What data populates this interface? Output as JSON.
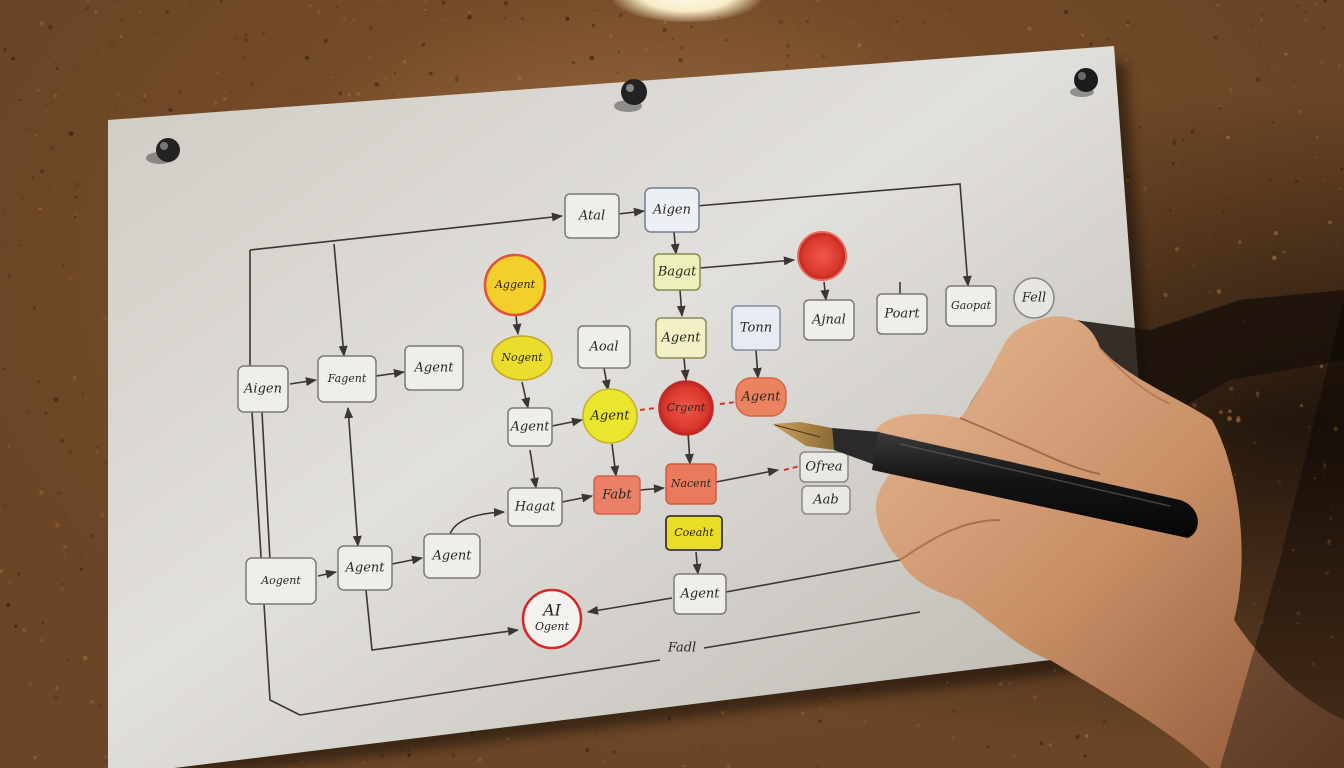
{
  "nodes": [
    {
      "id": "n1",
      "label": "Atal",
      "fill": "#eeeeea",
      "stroke": "#7d7872"
    },
    {
      "id": "n2",
      "label": "Aigen",
      "fill": "#eceff4",
      "stroke": "#6f7d92"
    },
    {
      "id": "n3",
      "label": "Bagat",
      "fill": "#eef0b9",
      "stroke": "#8a8a54"
    },
    {
      "id": "n4",
      "label": "Agent",
      "fill": "#f1f1c5",
      "stroke": "#8a8a54"
    },
    {
      "id": "n5",
      "label": "Tonn",
      "fill": "#e8ecf2",
      "stroke": "#7f8ea4"
    },
    {
      "id": "n6",
      "label": "Ajnal",
      "fill": "#eeeeea",
      "stroke": "#7d7872"
    },
    {
      "id": "n7",
      "label": "Poart",
      "fill": "#eeeeea",
      "stroke": "#7d7872"
    },
    {
      "id": "n8",
      "label": "Gaopat",
      "fill": "#eeeeea",
      "stroke": "#7d7872"
    },
    {
      "id": "n9",
      "label": "Fell",
      "fill": "#e6e6e2",
      "stroke": "#8c8882"
    },
    {
      "id": "n10",
      "label": "Aggent",
      "fill": "#f2cf2a",
      "stroke": "#e2543a"
    },
    {
      "id": "n11",
      "label": "Nogent",
      "fill": "#eadd2c",
      "stroke": "#c5a82a"
    },
    {
      "id": "n12",
      "label": "Aoal",
      "fill": "#eeeeea",
      "stroke": "#7d7872"
    },
    {
      "id": "n13",
      "label": "Agent",
      "fill": "#eeeeea",
      "stroke": "#7d7872"
    },
    {
      "id": "n14",
      "label": "Fagent",
      "fill": "#eeeeea",
      "stroke": "#7d7872"
    },
    {
      "id": "n15",
      "label": "Aigen",
      "fill": "#eeeeea",
      "stroke": "#7d7872"
    },
    {
      "id": "n16",
      "label": "Agent",
      "fill": "#eeeeea",
      "stroke": "#7d7872"
    },
    {
      "id": "n17",
      "label": "Agent",
      "fill": "#eae52e",
      "stroke": "#c9b12a"
    },
    {
      "id": "n18",
      "label": "Crgent",
      "fill": "#e44a4a",
      "stroke": "#c42a2a"
    },
    {
      "id": "n19",
      "label": "Agent",
      "fill": "#ec8360",
      "stroke": "#d26645"
    },
    {
      "id": "n20",
      "label": "Hagat",
      "fill": "#eeeeea",
      "stroke": "#7d7872"
    },
    {
      "id": "n21",
      "label": "Fabt",
      "fill": "#ea8068",
      "stroke": "#d2604a"
    },
    {
      "id": "n22",
      "label": "Nacent",
      "fill": "#ea7a5c",
      "stroke": "#d25a40"
    },
    {
      "id": "n23",
      "label": "Ofrea",
      "fill": "#e8e8e4",
      "stroke": "#8c8882"
    },
    {
      "id": "n24",
      "label": "Aab",
      "fill": "#e8e8e4",
      "stroke": "#8c8882"
    },
    {
      "id": "n25",
      "label": "Coeaht",
      "fill": "#eadd2a",
      "stroke": "#3a3632"
    },
    {
      "id": "n26",
      "label": "Aogent",
      "fill": "#eeeeea",
      "stroke": "#7d7872"
    },
    {
      "id": "n27",
      "label": "Agent",
      "fill": "#eeeeea",
      "stroke": "#7d7872"
    },
    {
      "id": "n28",
      "label": "Agent",
      "fill": "#eeeeea",
      "stroke": "#7d7872"
    },
    {
      "id": "n29",
      "label": "Agent",
      "fill": "#eeeeea",
      "stroke": "#7d7872"
    },
    {
      "id": "n30",
      "label": "AI",
      "fill": "#f4f2ee",
      "stroke": "#d12a2a",
      "sublabel": "Ogent"
    },
    {
      "id": "n31",
      "label": "Fadl",
      "fill": "none",
      "stroke": "none"
    }
  ],
  "markers": [
    {
      "id": "m1",
      "fill": "#e23a2a"
    },
    {
      "id": "m2",
      "fill": "none"
    }
  ],
  "colors": {
    "paper": "#d8d6d2",
    "cork": "#6b4526",
    "ink": "#3a3632",
    "red_dash": "#d13a2a"
  },
  "icons": [
    "pushpin-icon",
    "fountain-pen-icon",
    "hand-icon",
    "lamp-icon"
  ]
}
